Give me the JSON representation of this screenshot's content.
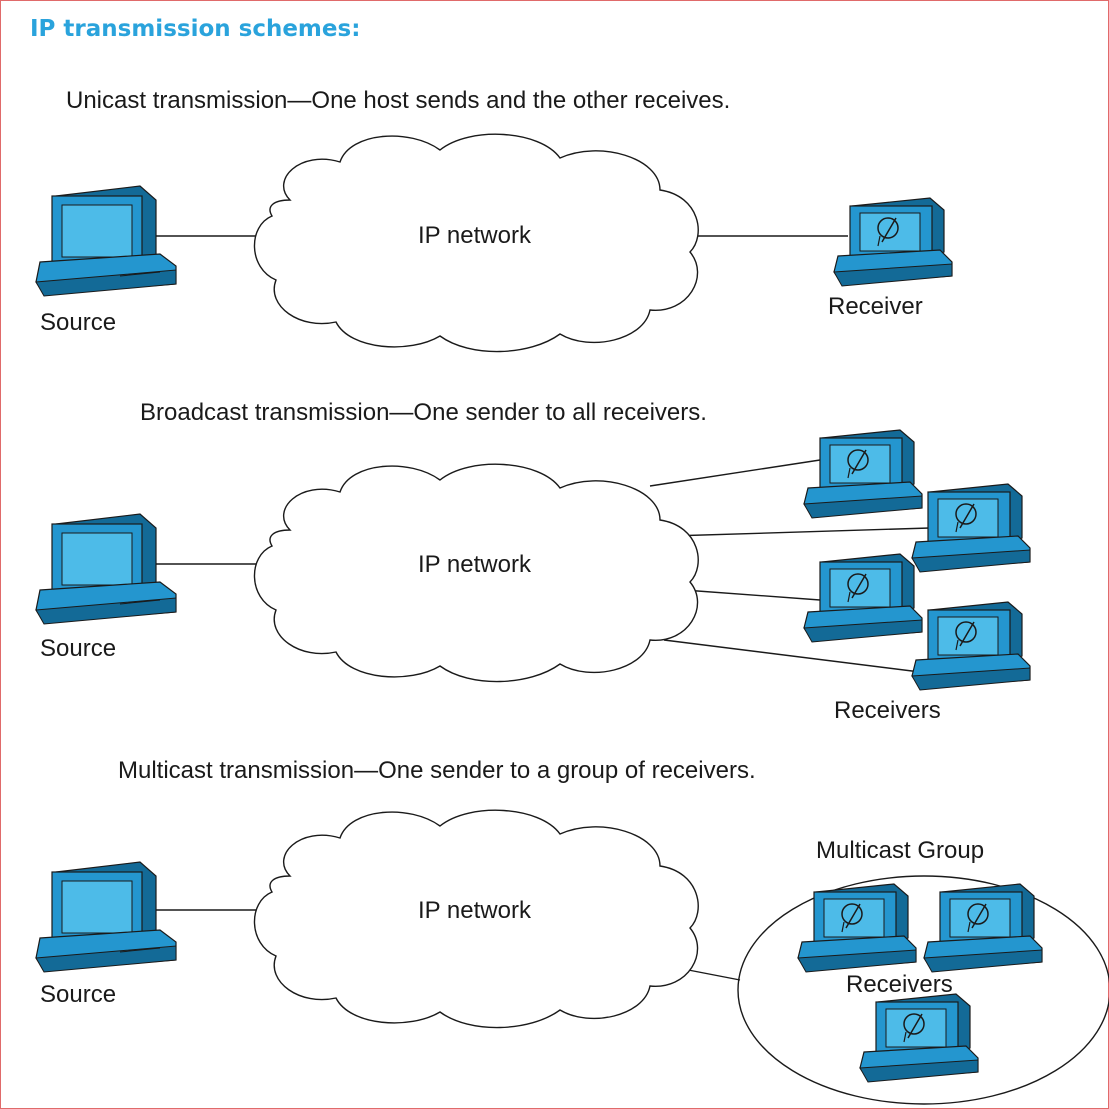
{
  "page": {
    "heading": "IP transmission schemes:"
  },
  "unicast": {
    "caption": "Unicast transmission—One host sends and the other receives.",
    "network_label": "IP network",
    "source_label": "Source",
    "receiver_label": "Receiver"
  },
  "broadcast": {
    "caption": "Broadcast transmission—One sender to all receivers.",
    "network_label": "IP network",
    "source_label": "Source",
    "receivers_label": "Receivers"
  },
  "multicast": {
    "caption": "Multicast transmission—One sender to a group of receivers.",
    "network_label": "IP network",
    "source_label": "Source",
    "group_label": "Multicast Group",
    "receivers_label": "Receivers"
  },
  "colors": {
    "heading": "#2aa3dc",
    "device_fill": "#2496cf",
    "device_dark": "#136a97",
    "screen": "#4dbbe8",
    "outline": "#1a1a1a"
  },
  "icons": {
    "source": "desktop-computer-icon",
    "receiver": "workstation-receiver-icon",
    "network": "cloud-icon"
  }
}
